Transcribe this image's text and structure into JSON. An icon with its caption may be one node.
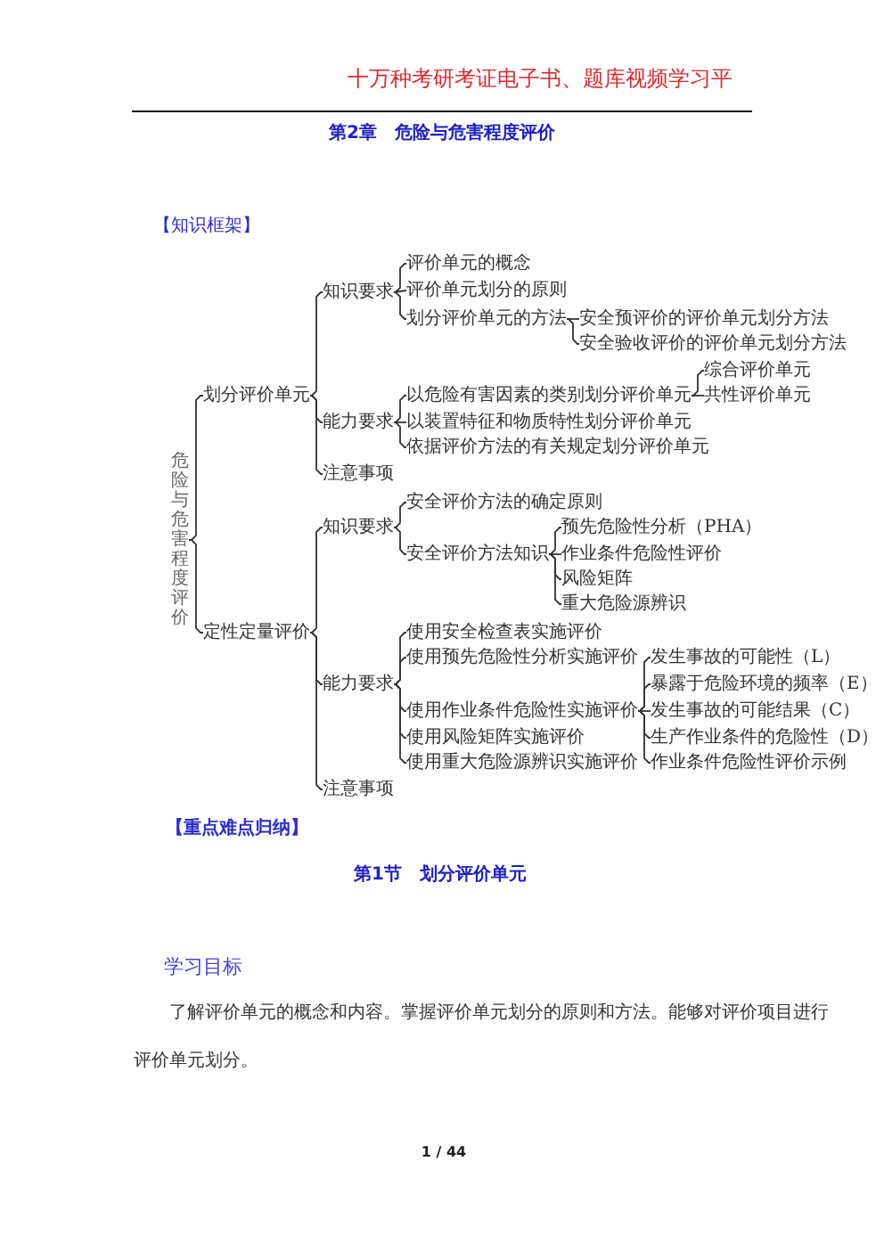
{
  "diagram": {
    "title": "第2章　危险与危害程度评价",
    "nodes": [
      {
        "text": [
          "危险与危害程度评价"
        ]
      },
      {
        "text": [
          "划分评价单元"
        ]
      },
      {
        "text": [
          "知识要求"
        ]
      },
      {
        "text": [
          "评价单元的概念"
        ]
      },
      {
        "text": [
          "评价单元划分的原则"
        ]
      },
      {
        "text": [
          "划分评价单元的方法"
        ]
      },
      {
        "text": [
          "安全预评价的评价单元划分方法"
        ]
      },
      {
        "text": [
          "安全验收评价的评价单元划分方法"
        ]
      },
      {
        "text": [
          "能力要求"
        ]
      },
      {
        "text": [
          "以危险有害因素的类别划分评价单元"
        ]
      },
      {
        "text": [
          "综合评价单元"
        ]
      },
      {
        "text": [
          "共性评价单元"
        ]
      },
      {
        "text": [
          "以装置特征和物质特性划分评价单元"
        ]
      },
      {
        "text": [
          "依据评价方法的有关规定划分评价单元"
        ]
      },
      {
        "text": [
          "注意事项"
        ]
      },
      {
        "text": [
          "定性定量评价"
        ]
      },
      {
        "text": [
          "知识要求"
        ]
      },
      {
        "text": [
          "安全评价方法的确定原则"
        ]
      },
      {
        "text": [
          "安全评价方法知识"
        ]
      },
      {
        "text": [
          "预先危险性分析（PHA）"
        ]
      },
      {
        "text": [
          "作业条件危险性评价"
        ]
      },
      {
        "text": [
          "风险矩阵"
        ]
      },
      {
        "text": [
          "重大危险源辨识"
        ]
      },
      {
        "text": [
          "能力要求"
        ]
      },
      {
        "text": [
          "使用安全检查表实施评价"
        ]
      },
      {
        "text": [
          "使用预先危险性分析实施评价"
        ]
      },
      {
        "text": [
          "使用作业条件危险性实施评价"
        ]
      },
      {
        "text": [
          "使用风险矩阵实施评价"
        ]
      },
      {
        "text": [
          "使用重大危险源辨识实施评价"
        ]
      },
      {
        "text": [
          "发生事故的可能性（L）"
        ]
      },
      {
        "text": [
          "暴露于危险环境的频率（E）"
        ]
      },
      {
        "text": [
          "发生事故的可能结果（C）"
        ]
      },
      {
        "text": [
          "生产作业条件的危险性（D）"
        ]
      },
      {
        "text": [
          "作业条件危险性评价示例"
        ]
      },
      {
        "text": [
          "注意事项"
        ]
      }
    ],
    "edges": [
      {
        "from": 0,
        "to": 1,
        "arrow": "none"
      },
      {
        "from": 0,
        "to": 15,
        "arrow": "none"
      },
      {
        "from": 1,
        "to": 2,
        "arrow": "none"
      },
      {
        "from": 1,
        "to": 8,
        "arrow": "none"
      },
      {
        "from": 1,
        "to": 14,
        "arrow": "none"
      },
      {
        "from": 2,
        "to": 3,
        "arrow": "none"
      },
      {
        "from": 2,
        "to": 4,
        "arrow": "none"
      },
      {
        "from": 2,
        "to": 5,
        "arrow": "none"
      },
      {
        "from": 5,
        "to": 6,
        "arrow": "none"
      },
      {
        "from": 5,
        "to": 7,
        "arrow": "none"
      },
      {
        "from": 8,
        "to": 9,
        "arrow": "none"
      },
      {
        "from": 8,
        "to": 12,
        "arrow": "none"
      },
      {
        "from": 8,
        "to": 13,
        "arrow": "none"
      },
      {
        "from": 9,
        "to": 10,
        "arrow": "none"
      },
      {
        "from": 9,
        "to": 11,
        "arrow": "none"
      },
      {
        "from": 15,
        "to": 16,
        "arrow": "none"
      },
      {
        "from": 15,
        "to": 23,
        "arrow": "none"
      },
      {
        "from": 15,
        "to": 34,
        "arrow": "none"
      },
      {
        "from": 16,
        "to": 17,
        "arrow": "none"
      },
      {
        "from": 16,
        "to": 18,
        "arrow": "none"
      },
      {
        "from": 18,
        "to": 19,
        "arrow": "none"
      },
      {
        "from": 18,
        "to": 20,
        "arrow": "none"
      },
      {
        "from": 18,
        "to": 21,
        "arrow": "none"
      },
      {
        "from": 18,
        "to": 22,
        "arrow": "none"
      },
      {
        "from": 23,
        "to": 24,
        "arrow": "none"
      },
      {
        "from": 23,
        "to": 25,
        "arrow": "none"
      },
      {
        "from": 23,
        "to": 26,
        "arrow": "none"
      },
      {
        "from": 23,
        "to": 27,
        "arrow": "none"
      },
      {
        "from": 23,
        "to": 28,
        "arrow": "none"
      },
      {
        "from": 26,
        "to": 29,
        "arrow": "none"
      },
      {
        "from": 26,
        "to": 30,
        "arrow": "none"
      },
      {
        "from": 26,
        "to": 31,
        "arrow": "none"
      },
      {
        "from": 26,
        "to": 32,
        "arrow": "none"
      },
      {
        "from": 26,
        "to": 33,
        "arrow": "none"
      }
    ],
    "labels": [
      "十万种考研考证电子书、题库视频学习平",
      "【知识框架】",
      "【重点难点归纳】",
      "第1节　划分评价单元",
      "学习目标",
      "了解评价单元的概念和内容。掌握评价单元划分的原则和方法。能够对评价项目进行评价单元划分。",
      "1 / 44"
    ]
  }
}
